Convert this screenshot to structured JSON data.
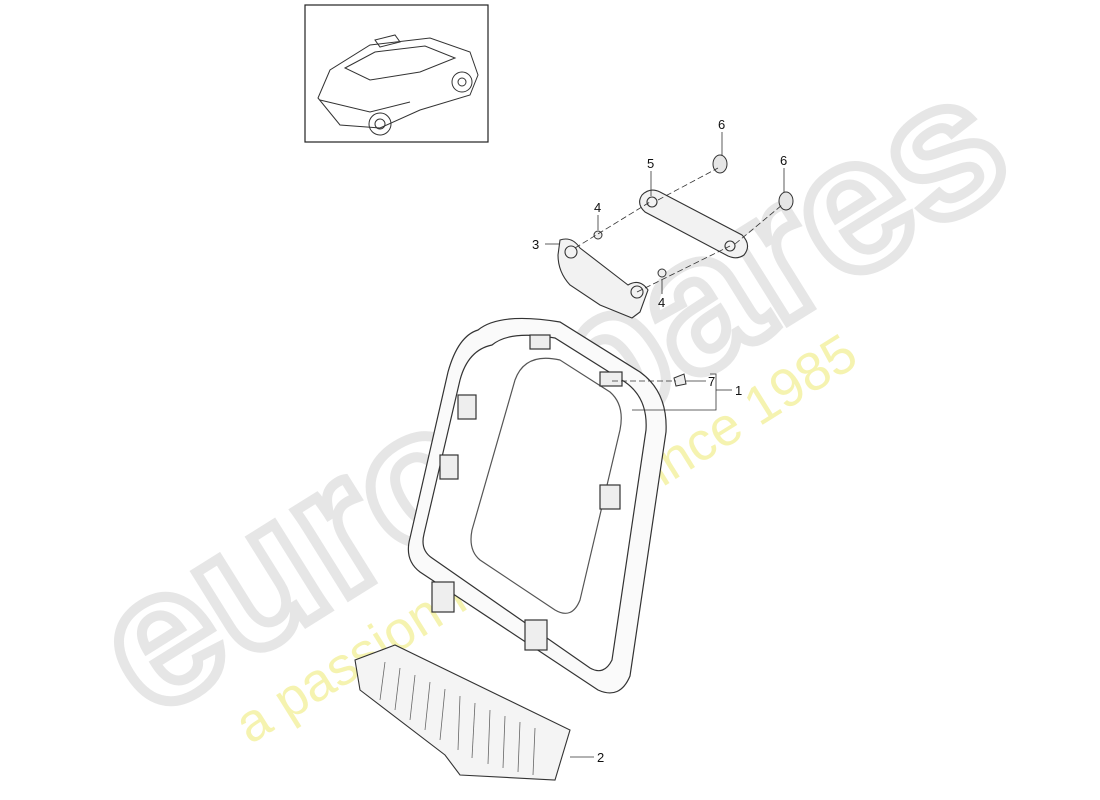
{
  "watermark": {
    "brand": "eurospares",
    "tagline": "a passion for parts since 1985",
    "brand_color": "#e6e6e6",
    "tagline_color": "#f3f0a0"
  },
  "callouts": {
    "part_1": "1",
    "part_2": "2",
    "part_3": "3",
    "part_4a": "4",
    "part_4b": "4",
    "part_5": "5",
    "part_6a": "6",
    "part_6b": "6",
    "part_7": "7"
  },
  "vehicle_thumbnail": "vehicle-suv-icon"
}
